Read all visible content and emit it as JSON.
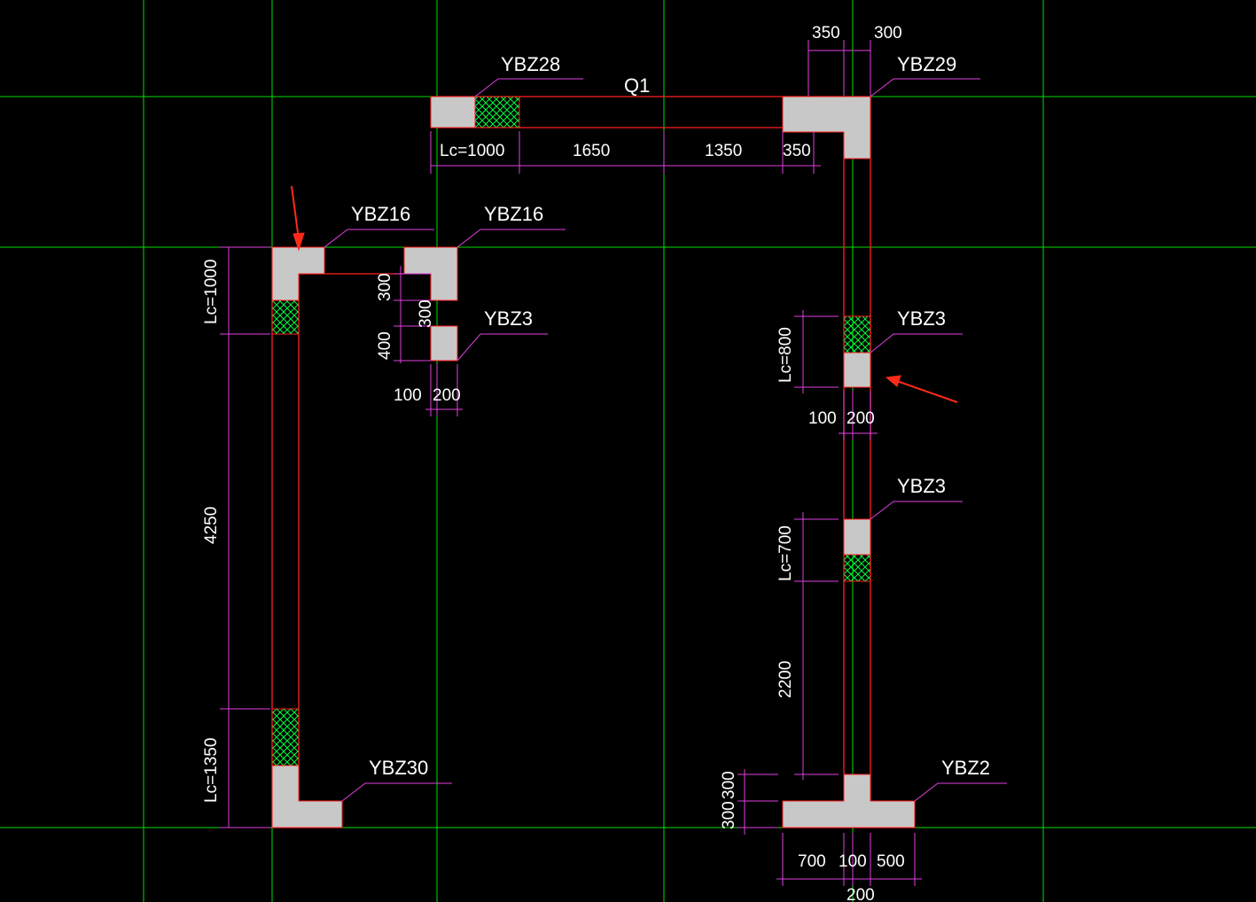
{
  "colors": {
    "background": "#000000",
    "grid": "#00e000",
    "wall": "#ff2020",
    "column_fill": "#c8c8c8",
    "hatch": "#00ff40",
    "dimension": "#e040e0",
    "text": "#ffffff",
    "arrow": "#ff2a1a"
  },
  "labels": {
    "ybz28": "YBZ28",
    "ybz29": "YBZ29",
    "q1": "Q1",
    "ybz16_left": "YBZ16",
    "ybz16_right": "YBZ16",
    "ybz3_left": "YBZ3",
    "ybz3_right_upper": "YBZ3",
    "ybz3_right_lower": "YBZ3",
    "ybz30": "YBZ30",
    "ybz2": "YBZ2"
  },
  "dimensions": {
    "top_350": "350",
    "top_300": "300",
    "top_lc1000": "Lc=1000",
    "top_1650": "1650",
    "top_1350": "1350",
    "top_350b": "350",
    "left_lc1000": "Lc=1000",
    "left_4250": "4250",
    "left_lc1350": "Lc=1350",
    "mid_300a": "300",
    "mid_300b": "300",
    "mid_400": "400",
    "mid_100": "100",
    "mid_200": "200",
    "right_lc800": "Lc=800",
    "right_100": "100",
    "right_200": "200",
    "right_lc700": "Lc=700",
    "right_2200": "2200",
    "bottom_300a": "300",
    "bottom_300b": "300",
    "bottom_700": "700",
    "bottom_100": "100",
    "bottom_500": "500",
    "bottom_200": "200"
  }
}
